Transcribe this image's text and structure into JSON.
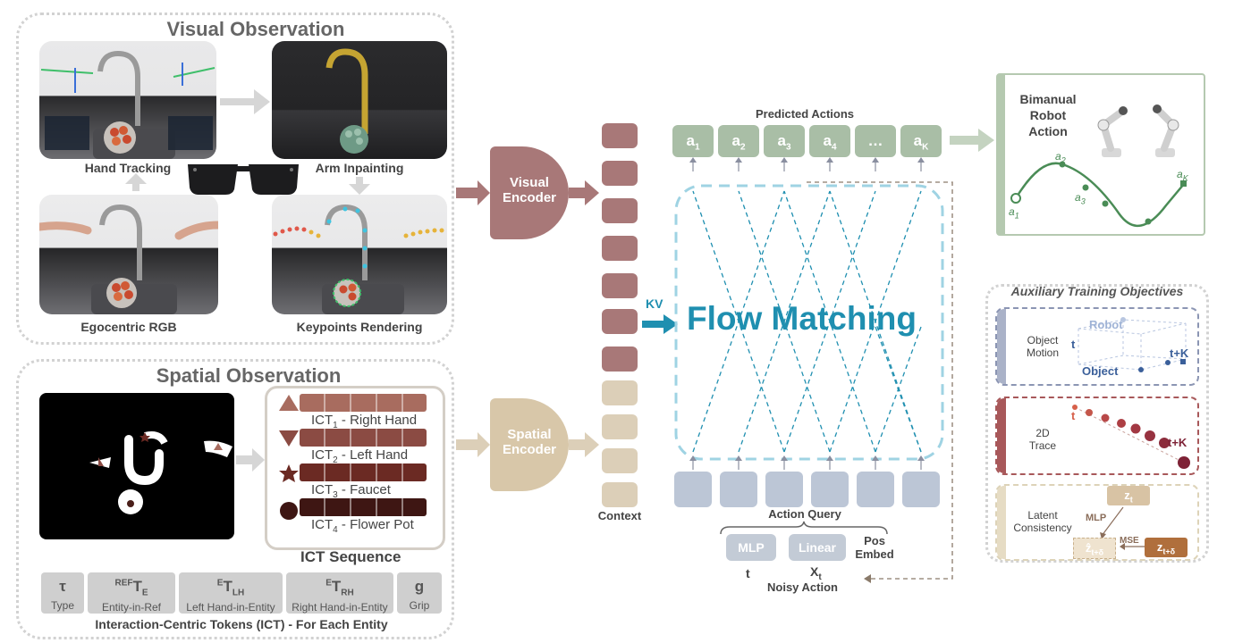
{
  "visual": {
    "title": "Visual Observation",
    "hand_tracking": "Hand Tracking",
    "arm_inpainting": "Arm Inpainting",
    "egocentric_rgb": "Egocentric RGB",
    "keypoints_rendering": "Keypoints Rendering"
  },
  "spatial": {
    "title": "Spatial Observation",
    "ict_sequence": "ICT Sequence",
    "ict_items": [
      {
        "label": "ICT",
        "sub": "1",
        "name": " - Right Hand",
        "color": "#a86c5f"
      },
      {
        "label": "ICT",
        "sub": "2",
        "name": " - Left Hand",
        "color": "#8b4b43"
      },
      {
        "label": "ICT",
        "sub": "3",
        "name": " - Faucet",
        "color": "#6b2a23"
      },
      {
        "label": "ICT",
        "sub": "4",
        "name": " - Flower Pot",
        "color": "#3e1613"
      }
    ],
    "tokens": [
      {
        "sym": "τ",
        "desc": "Type"
      },
      {
        "sup": "REF",
        "sym": "T",
        "sub": "E",
        "desc": "Entity-in-Ref"
      },
      {
        "sup": "E",
        "sym": "T",
        "sub": "LH",
        "desc": "Left Hand-in-Entity"
      },
      {
        "sup": "E",
        "sym": "T",
        "sub": "RH",
        "desc": "Right Hand-in-Entity"
      },
      {
        "sym": "g",
        "desc": "Grip"
      }
    ],
    "tokens_caption": "Interaction-Centric Tokens (ICT) - For Each Entity"
  },
  "encoders": {
    "visual_line1": "Visual",
    "visual_line2": "Encoder",
    "spatial_line1": "Spatial",
    "spatial_line2": "Encoder"
  },
  "context_label": "Context",
  "kv_label": "KV",
  "flow_matching": "Flow Matching",
  "predicted_actions_label": "Predicted Actions",
  "predicted_actions": [
    {
      "a": "a",
      "sub": "1"
    },
    {
      "a": "a",
      "sub": "2"
    },
    {
      "a": "a",
      "sub": "3"
    },
    {
      "a": "a",
      "sub": "4"
    },
    {
      "a": "…",
      "sub": ""
    },
    {
      "a": "a",
      "sub": "K"
    }
  ],
  "action_query_label": "Action Query",
  "query_inputs": {
    "mlp": "MLP",
    "linear": "Linear",
    "pos_line1": "Pos",
    "pos_line2": "Embed",
    "t": "t",
    "x": "X",
    "x_sub": "t",
    "noisy_action": "Noisy Action"
  },
  "bimanual": {
    "line1": "Bimanual",
    "line2": "Robot",
    "line3": "Action",
    "a1": "a",
    "a1_sub": "1",
    "a2": "a",
    "a2_sub": "2",
    "a3": "a",
    "a3_sub": "3",
    "ak": "a",
    "ak_sub": "K"
  },
  "aux": {
    "title": "Auxiliary Training Objectives",
    "object_motion_l1": "Object",
    "object_motion_l2": "Motion",
    "robot": "Robot",
    "object": "Object",
    "t": "t",
    "tk": "t+K",
    "trace_l1": "2D",
    "trace_l2": "Trace",
    "trace_t": "t",
    "trace_tk": "t+K",
    "latent_l1": "Latent",
    "latent_l2": "Consistency",
    "z_t": "z",
    "z_t_sub": "t",
    "mlp": "MLP",
    "mse": "MSE",
    "z_hat": "ẑ",
    "z_hat_sub": "t+δ",
    "z_next": "z",
    "z_next_sub": "t+δ"
  },
  "colors": {
    "visual_encoder": "#a87878",
    "spatial_encoder": "#d8c7a9",
    "flow_blue": "#1f8fb0",
    "predicted": "#a9bea6",
    "query": "#bcc6d6",
    "bimanual_bar": "#b5c9b0"
  }
}
